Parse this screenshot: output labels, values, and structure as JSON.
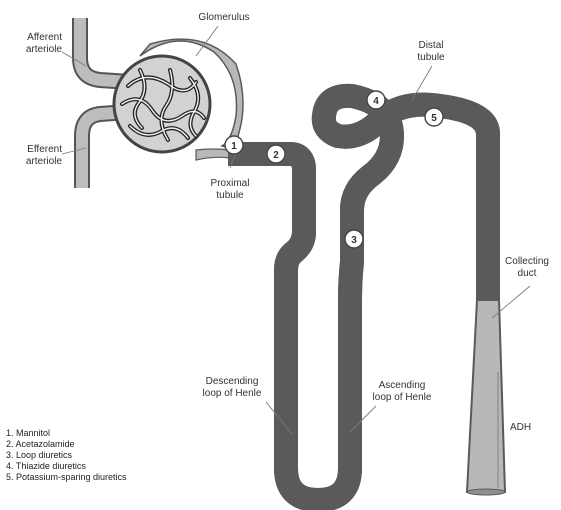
{
  "labels": {
    "glomerulus": "Glomerulus",
    "afferent_line1": "Afferent",
    "afferent_line2": "arteriole",
    "efferent_line1": "Efferent",
    "efferent_line2": "arteriole",
    "proximal_line1": "Proximal",
    "proximal_line2": "tubule",
    "distal_line1": "Distal",
    "distal_line2": "tubule",
    "collecting_line1": "Collecting",
    "collecting_line2": "duct",
    "descending_line1": "Descending",
    "descending_line2": "loop of Henle",
    "ascending_line1": "Ascending",
    "ascending_line2": "loop of Henle",
    "adh": "ADH"
  },
  "markers": [
    "1",
    "2",
    "3",
    "4",
    "5"
  ],
  "legend": [
    "1. Mannitol",
    "2. Acetazolamide",
    "3. Loop diuretics",
    "4. Thiazide diuretics",
    "5. Potassium-sparing diuretics"
  ],
  "colors": {
    "tubule_fill": "#b8b8b8",
    "tubule_edge": "#5a5a5a",
    "leader_line": "#7a7a7a",
    "text": "#333333"
  }
}
